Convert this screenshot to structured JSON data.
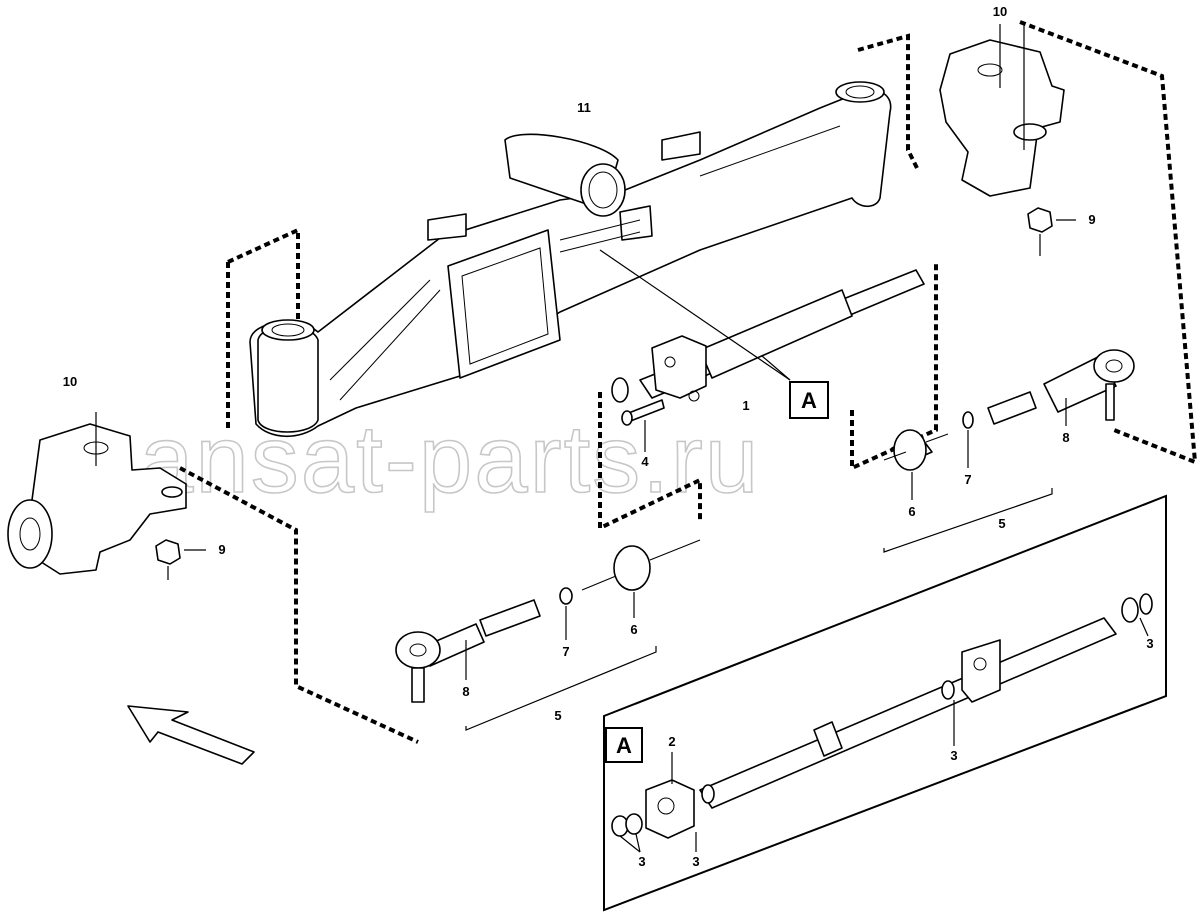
{
  "watermark": "ansat-parts.ru",
  "detail_label": "A",
  "callouts": {
    "axle_beam": "11",
    "steering_cylinder": "1",
    "bracket": "2",
    "seal_ring": "3",
    "bolt": "4",
    "tie_rod_assembly": "5",
    "ball_joint": "6",
    "washer": "7",
    "tie_rod_end": "8",
    "nut": "9",
    "steering_knuckle": "10"
  }
}
